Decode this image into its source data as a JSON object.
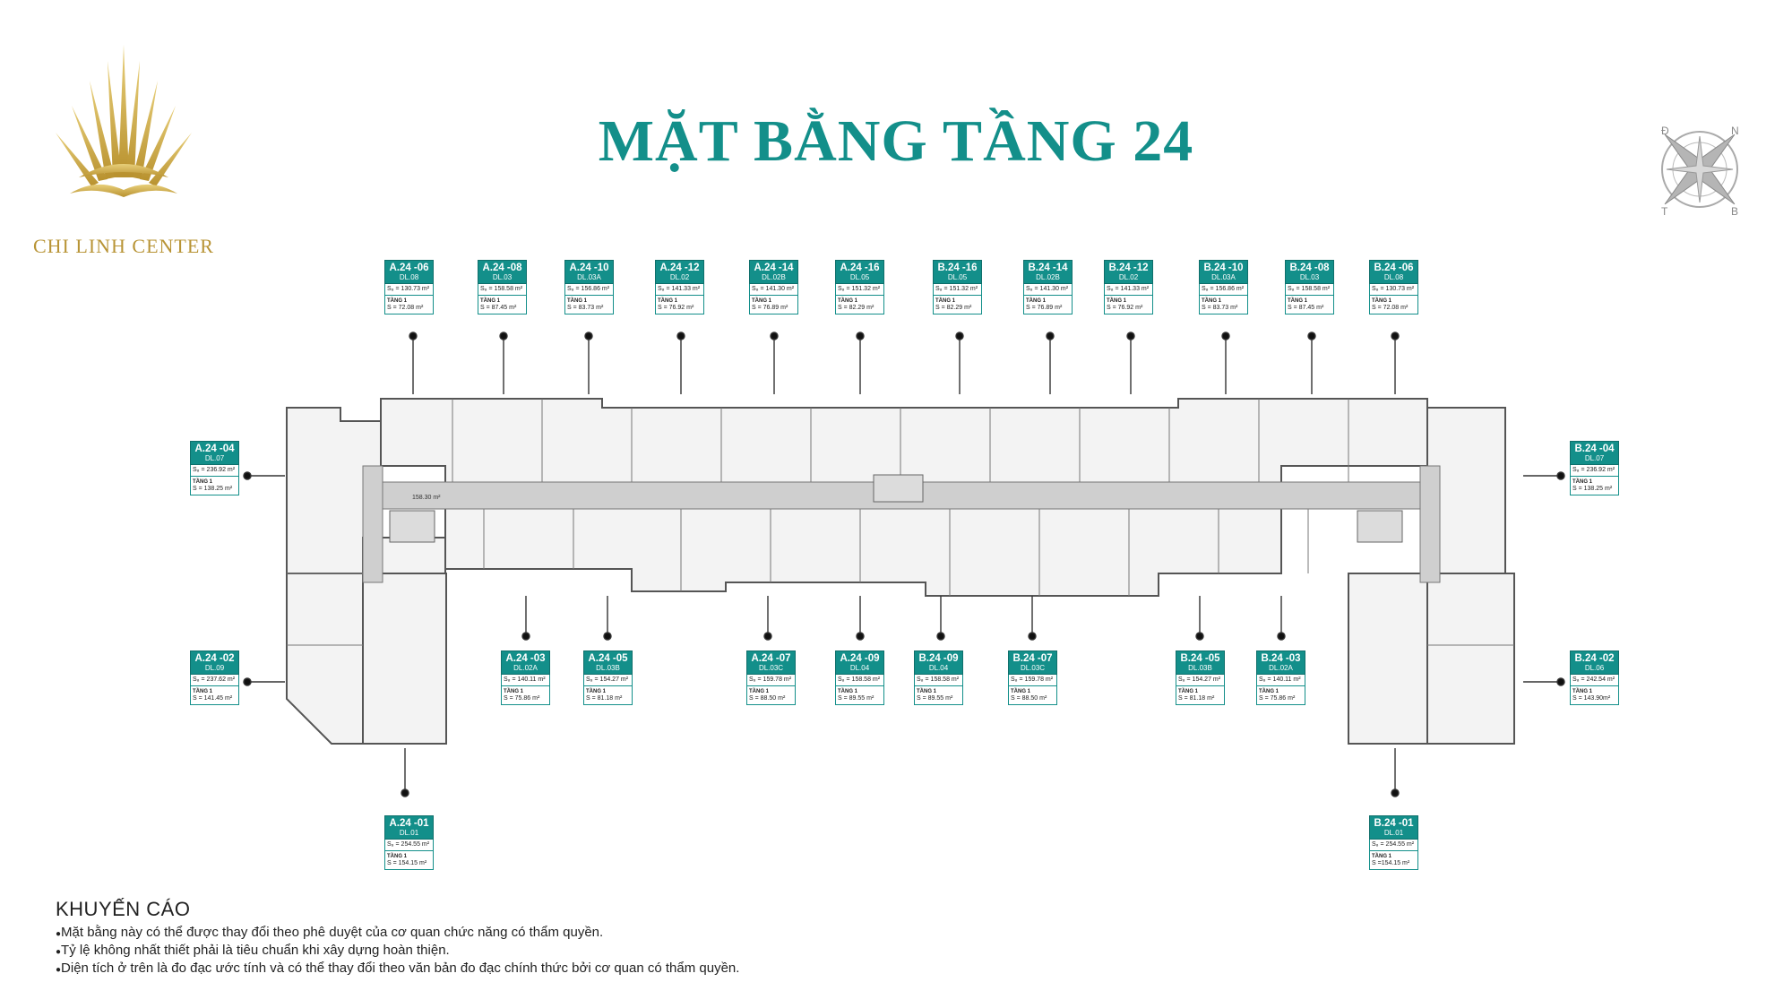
{
  "brand": {
    "name": "CHI LINH CENTER",
    "color": "#b89436"
  },
  "title": "MẶT BẰNG TẦNG 24",
  "colors": {
    "accent": "#138f8a",
    "plan_stroke": "#555555",
    "plan_fill": "#eeeeee"
  },
  "compass": {
    "letters": [
      "Đ",
      "N",
      "T",
      "B"
    ],
    "icon": "compass-rose-icon"
  },
  "corridor_area": "158.30 m²",
  "units": [
    {
      "code": "A.24 -06",
      "type": "DL.08",
      "area_main": "S₈ = 130.73 m²",
      "floor_label": "TẦNG 1",
      "area_floor": "S = 72.08 m²"
    },
    {
      "code": "A.24 -08",
      "type": "DL.03",
      "area_main": "S₈ = 158.58 m²",
      "floor_label": "TẦNG 1",
      "area_floor": "S = 87.45 m²"
    },
    {
      "code": "A.24 -10",
      "type": "DL.03A",
      "area_main": "S₈ = 156.86 m²",
      "floor_label": "TẦNG 1",
      "area_floor": "S = 83.73 m²"
    },
    {
      "code": "A.24 -12",
      "type": "DL.02",
      "area_main": "S₈ = 141.33 m²",
      "floor_label": "TẦNG 1",
      "area_floor": "S = 76.92 m²"
    },
    {
      "code": "A.24 -14",
      "type": "DL.02B",
      "area_main": "S₈ = 141.30 m²",
      "floor_label": "TẦNG 1",
      "area_floor": "S = 76.89 m²"
    },
    {
      "code": "A.24 -16",
      "type": "DL.05",
      "area_main": "S₈ = 151.32 m²",
      "floor_label": "TẦNG 1",
      "area_floor": "S = 82.29 m²"
    },
    {
      "code": "B.24 -16",
      "type": "DL.05",
      "area_main": "S₈ = 151.32 m²",
      "floor_label": "TẦNG 1",
      "area_floor": "S = 82.29 m²"
    },
    {
      "code": "B.24 -14",
      "type": "DL.02B",
      "area_main": "S₈ = 141.30 m²",
      "floor_label": "TẦNG 1",
      "area_floor": "S = 76.89 m²"
    },
    {
      "code": "B.24 -12",
      "type": "DL.02",
      "area_main": "S₈ = 141.33 m²",
      "floor_label": "TẦNG 1",
      "area_floor": "S = 76.92 m²"
    },
    {
      "code": "B.24 -10",
      "type": "DL.03A",
      "area_main": "S₈ = 156.86 m²",
      "floor_label": "TẦNG 1",
      "area_floor": "S = 83.73 m²"
    },
    {
      "code": "B.24 -08",
      "type": "DL.03",
      "area_main": "S₈ = 158.58 m²",
      "floor_label": "TẦNG 1",
      "area_floor": "S = 87.45 m²"
    },
    {
      "code": "B.24 -06",
      "type": "DL.08",
      "area_main": "S₈ = 130.73 m²",
      "floor_label": "TẦNG 1",
      "area_floor": "S = 72.08 m²"
    },
    {
      "code": "A.24 -04",
      "type": "DL.07",
      "area_main": "S₈ = 236.92 m²",
      "floor_label": "TẦNG 1",
      "area_floor": "S = 138.25 m²"
    },
    {
      "code": "B.24 -04",
      "type": "DL.07",
      "area_main": "S₈ = 236.92 m²",
      "floor_label": "TẦNG 1",
      "area_floor": "S = 138.25 m²"
    },
    {
      "code": "A.24 -02",
      "type": "DL.09",
      "area_main": "S₈ = 237.62 m²",
      "floor_label": "TẦNG 1",
      "area_floor": "S = 141.45 m²"
    },
    {
      "code": "A.24 -03",
      "type": "DL.02A",
      "area_main": "S₈ = 140.11 m²",
      "floor_label": "TẦNG 1",
      "area_floor": "S = 75.86 m²"
    },
    {
      "code": "A.24 -05",
      "type": "DL.03B",
      "area_main": "S₈ = 154.27 m²",
      "floor_label": "TẦNG 1",
      "area_floor": "S = 81.18 m²"
    },
    {
      "code": "A.24 -07",
      "type": "DL.03C",
      "area_main": "S₈ = 159.78 m²",
      "floor_label": "TẦNG 1",
      "area_floor": "S = 88.50 m²"
    },
    {
      "code": "A.24 -09",
      "type": "DL.04",
      "area_main": "S₈ = 158.58 m²",
      "floor_label": "TẦNG 1",
      "area_floor": "S = 89.55 m²"
    },
    {
      "code": "B.24 -09",
      "type": "DL.04",
      "area_main": "S₈ = 158.58 m²",
      "floor_label": "TẦNG 1",
      "area_floor": "S = 89.55 m²"
    },
    {
      "code": "B.24 -07",
      "type": "DL.03C",
      "area_main": "S₈ = 159.78 m²",
      "floor_label": "TẦNG 1",
      "area_floor": "S = 88.50 m²"
    },
    {
      "code": "B.24 -05",
      "type": "DL.03B",
      "area_main": "S₈ = 154.27 m²",
      "floor_label": "TẦNG 1",
      "area_floor": "S = 81.18 m²"
    },
    {
      "code": "B.24 -03",
      "type": "DL.02A",
      "area_main": "S₈ = 140.11 m²",
      "floor_label": "TẦNG 1",
      "area_floor": "S = 75.86 m²"
    },
    {
      "code": "B.24 -02",
      "type": "DL.06",
      "area_main": "S₈ = 242.54 m²",
      "floor_label": "TẦNG 1",
      "area_floor": "S = 143.90m²"
    },
    {
      "code": "A.24 -01",
      "type": "DL.01",
      "area_main": "S₈ = 254.55 m²",
      "floor_label": "TẦNG 1",
      "area_floor": "S = 154.15 m²"
    },
    {
      "code": "B.24 -01",
      "type": "DL.01",
      "area_main": "S₈ = 254.55 m²",
      "floor_label": "TẦNG 1",
      "area_floor": "S =154.15 m²"
    }
  ],
  "warning": {
    "heading": "KHUYẾN CÁO",
    "lines": [
      "Mặt bằng này có thể được thay đổi theo phê duyệt của cơ quan chức năng có thẩm quyền.",
      "Tỷ lệ không nhất thiết phải là tiêu chuẩn khi xây dựng hoàn thiện.",
      "Diện tích ở trên là đo đạc ước tính và có thể thay đổi theo văn bản đo đạc chính thức bởi cơ quan có thẩm quyền."
    ]
  }
}
